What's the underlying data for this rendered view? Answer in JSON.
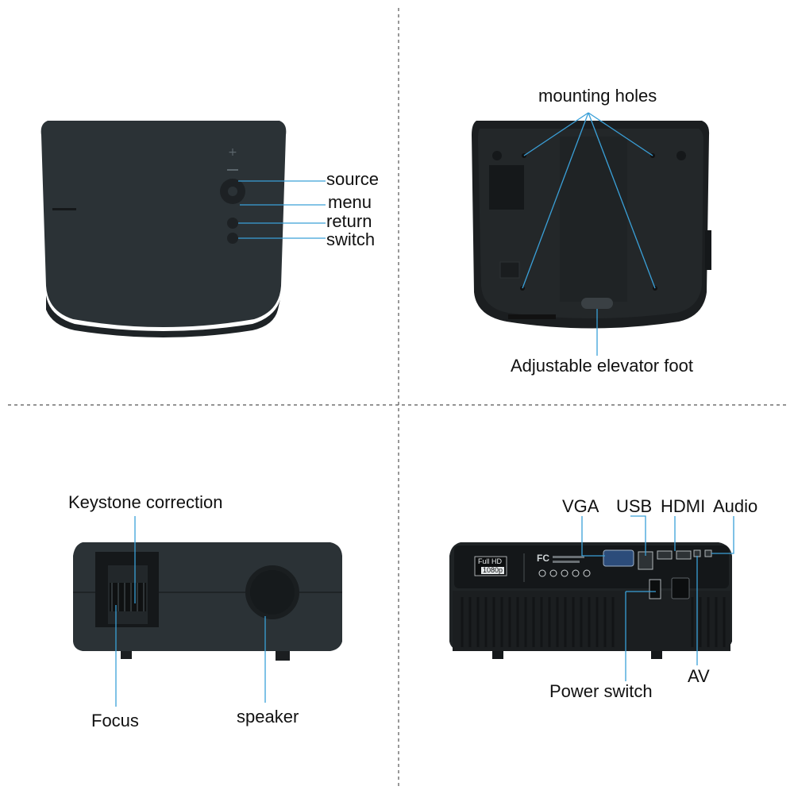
{
  "colors": {
    "callout_line": "#3aa0d8",
    "device_body": "#2b3236",
    "device_dark": "#1b1e20",
    "divider": "#555555"
  },
  "panels": {
    "top_view": {
      "labels": {
        "source": "source",
        "menu": "menu",
        "return": "return",
        "switch": "switch"
      }
    },
    "bottom_view": {
      "labels": {
        "mounting_holes": "mounting holes",
        "elevator_foot": "Adjustable elevator foot"
      }
    },
    "front_view": {
      "labels": {
        "keystone": "Keystone correction",
        "focus": "Focus",
        "speaker": "speaker"
      }
    },
    "rear_view": {
      "badge": {
        "line1": "Full HD",
        "line2": "1080p"
      },
      "fcc_mark": "FC",
      "labels": {
        "vga": "VGA",
        "usb": "USB",
        "hdmi": "HDMI",
        "audio": "Audio",
        "power_switch": "Power switch",
        "av": "AV"
      }
    }
  }
}
